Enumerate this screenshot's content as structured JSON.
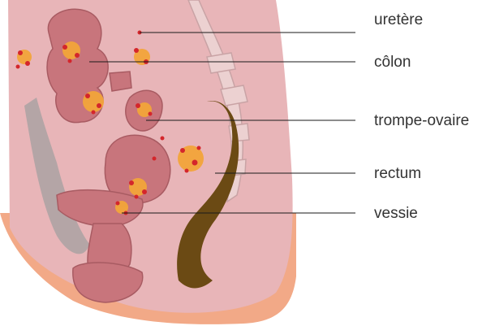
{
  "labels": [
    {
      "id": "ureter",
      "text": "uretère"
    },
    {
      "id": "colon",
      "text": "côlon"
    },
    {
      "id": "tube",
      "text": "trompe-ovaire"
    },
    {
      "id": "rectum",
      "text": "rectum"
    },
    {
      "id": "bladder",
      "text": "vessie"
    }
  ],
  "colors": {
    "skin": "#f2a987",
    "tissue": "#e8b5b8",
    "organ": "#c8757c",
    "organ_dark": "#a85b62",
    "rectum": "#6b4a14",
    "bone": "#ecd1d1",
    "lesion_red": "#d4262b",
    "lesion_orange": "#f3a53a",
    "line": "#1a1a1a"
  }
}
